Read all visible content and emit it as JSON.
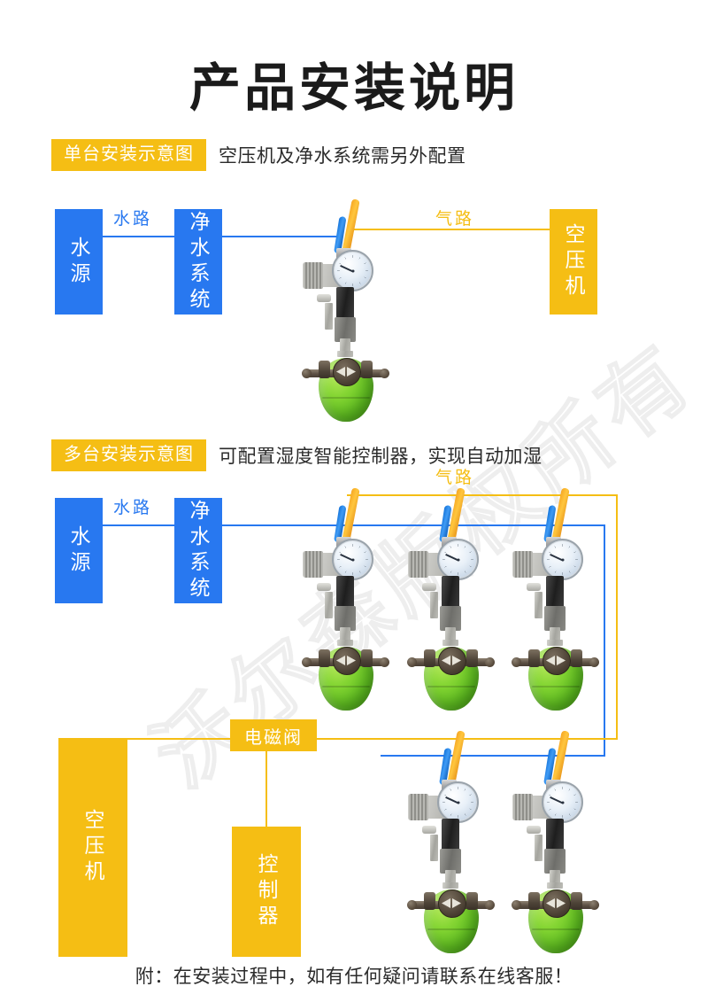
{
  "title": "产品安装说明",
  "watermark": "沃尔森版权所有",
  "sections": [
    {
      "badge": "单台安装示意图",
      "note": "空压机及净水系统需另外配置",
      "boxes": {
        "water_source": "水源",
        "purifier": "净水系统",
        "compressor": "空压机"
      },
      "labels": {
        "water_line": "水路",
        "air_line": "气路"
      },
      "device_count": 1
    },
    {
      "badge": "多台安装示意图",
      "note": "可配置湿度智能控制器，实现自动加湿",
      "boxes": {
        "water_source": "水源",
        "purifier": "净水系统",
        "compressor": "空压机",
        "controller": "控制器",
        "solenoid_valve": "电磁阀"
      },
      "labels": {
        "water_line": "水路",
        "air_line": "气路"
      },
      "device_count": 5
    }
  ],
  "footer": "附：在安装过程中，如有任何疑问请联系在线客服！",
  "colors": {
    "blue": "#2878F0",
    "yellow": "#F5BE14",
    "green": "#86D634",
    "text": "#2b2b2b"
  }
}
